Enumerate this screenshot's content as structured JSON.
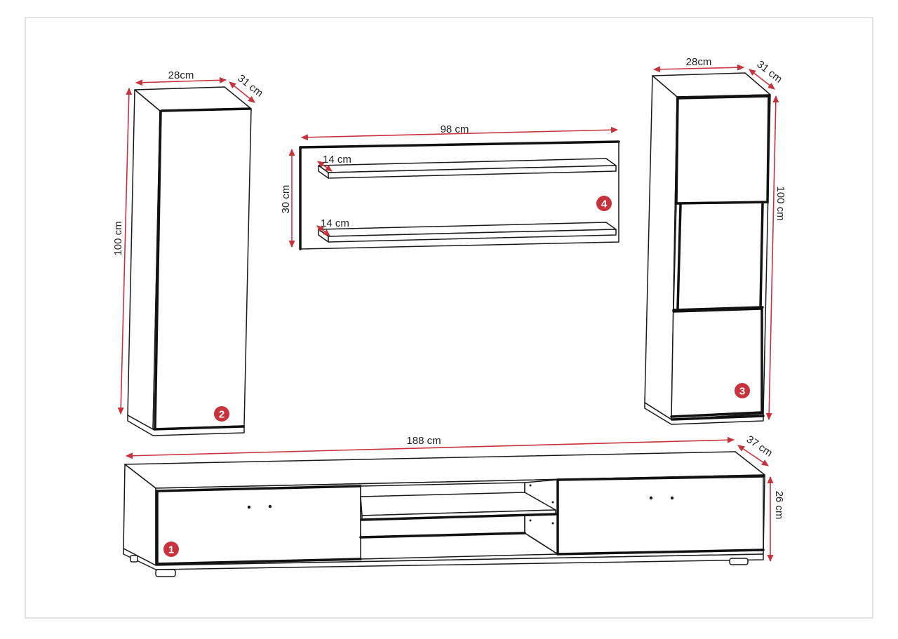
{
  "diagram": {
    "accent_color": "#c8323c",
    "line_color": "#1a1a1a",
    "items": [
      {
        "id": "1",
        "name": "tv-stand",
        "width": "188 cm",
        "depth": "37 cm",
        "height": "26 cm"
      },
      {
        "id": "2",
        "name": "tall-cabinet-left",
        "width": "28cm",
        "depth": "31 cm",
        "height": "100 cm"
      },
      {
        "id": "3",
        "name": "tall-cabinet-right",
        "width": "28cm",
        "depth": "31 cm",
        "height": "100 cm"
      },
      {
        "id": "4",
        "name": "wall-panel",
        "width": "98 cm",
        "height": "30 cm",
        "shelf_top_depth": "14 cm",
        "shelf_bottom_depth": "14 cm"
      }
    ]
  }
}
